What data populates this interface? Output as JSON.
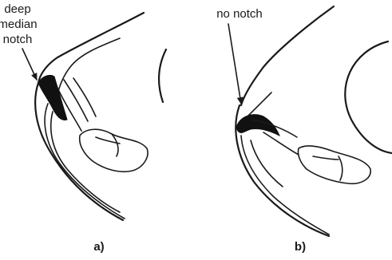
{
  "panel_a": {
    "label_lines": [
      "deep",
      "median",
      "notch"
    ],
    "caption": "a)"
  },
  "panel_b": {
    "label": "no notch",
    "caption": "b)"
  },
  "colors": {
    "ink": "#1a1a1a",
    "fill": "#111111",
    "background": "#ffffff"
  }
}
